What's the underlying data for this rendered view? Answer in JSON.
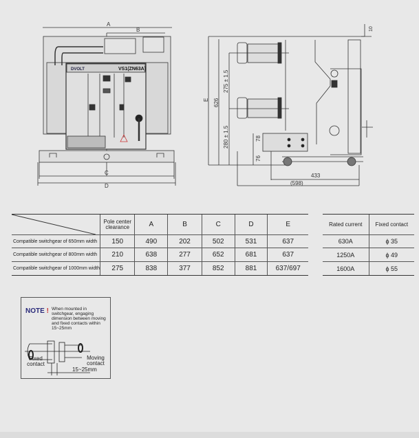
{
  "front_view": {
    "label_a": "A",
    "label_b": "B",
    "label_c": "C",
    "label_d": "D",
    "brand": "DVOLT",
    "model": "VS1(ZN63A)"
  },
  "side_view": {
    "label_e": "E",
    "dim_626": "626",
    "dim_275": "275 ± 1.5",
    "dim_280": "280 ± 1.5",
    "dim_78": "78",
    "dim_76": "76",
    "dim_10": "10",
    "dim_433": "433",
    "dim_598": "(598)"
  },
  "dimension_table": {
    "headers": [
      "Pole center clearance",
      "A",
      "B",
      "C",
      "D",
      "E"
    ],
    "rows": [
      {
        "label": "Compatible  switchgear of 650mm width",
        "values": [
          "150",
          "490",
          "202",
          "502",
          "531",
          "637"
        ]
      },
      {
        "label": "Compatible switchgear of 800mm width",
        "values": [
          "210",
          "638",
          "277",
          "652",
          "681",
          "637"
        ]
      },
      {
        "label": "Compatible switchgear of 1000mm width",
        "values": [
          "275",
          "838",
          "377",
          "852",
          "881",
          "637/697"
        ]
      }
    ]
  },
  "contact_table": {
    "headers": [
      "Rated current",
      "Fixed contact"
    ],
    "rows": [
      [
        "630A",
        "ϕ 35"
      ],
      [
        "1250A",
        "ϕ 49"
      ],
      [
        "1600A",
        "ϕ 55"
      ]
    ]
  },
  "note": {
    "title": "NOTE",
    "mark": "!",
    "text": "When mounted in switchgear, engaging dimension between moving and fixed contacts within 15~25mm",
    "fixed": "Fixed contact",
    "moving": "Moving contact",
    "range": "15~25mm"
  }
}
